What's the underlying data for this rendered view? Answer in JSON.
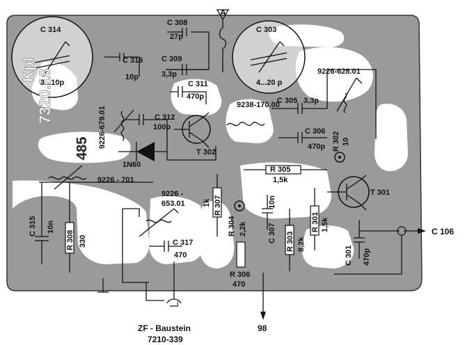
{
  "labels": {
    "test_point": "A",
    "c314": "C 314",
    "c314_range": "3...10p",
    "c316": "C 316",
    "c316_val": "10p",
    "c308": "C 308",
    "c308_val": "27p",
    "c309": "C 309",
    "c309_val": "3,3p",
    "c311": "C 311",
    "c311_val": "470p",
    "c312": "C 312",
    "c312_val": "100p",
    "c303": "C 303",
    "c303_range": "4...20 p",
    "coil_62801": "9226-628.01",
    "c305": "C 305",
    "c305_val": "3,3p",
    "coil_17000": "9238-170.00",
    "c306": "C 306",
    "c306_val": "470p",
    "r302": "R 302",
    "r302_val": "10",
    "coil_67901": "9226-679.01",
    "diode": "1N60",
    "t302": "T 302",
    "r305": "R 305",
    "r305_val": "1,5k",
    "coil_701": "9226 - 701",
    "coil_65301_a": "9226 -",
    "coil_65301_b": "653.01",
    "t301": "T 301",
    "r307": "R 307",
    "r307_val": "1k",
    "r304": "R 304",
    "r304_val": "2,2k",
    "c307": "C 307",
    "c307_val": "10n",
    "r301": "R 301",
    "r301_val": "1,5k",
    "c315": "C 315",
    "c315_val": "10n",
    "r308": "R 308",
    "r308_val": "330",
    "c317": "C 317",
    "c317_val": "470",
    "r303": "R 303",
    "r303_val": "8,2k",
    "c301": "C 301",
    "c301_val": "470p",
    "c106": "C 106",
    "r306": "R 306",
    "r306_val": "470",
    "pin_98": "98",
    "zf_line1": "ZF - Baustein",
    "zf_line2": "7210-339",
    "pcb_kpl": "Kpl",
    "pcb_number": "7320.18",
    "pcb_485": "485",
    "pin_marker": "I"
  }
}
